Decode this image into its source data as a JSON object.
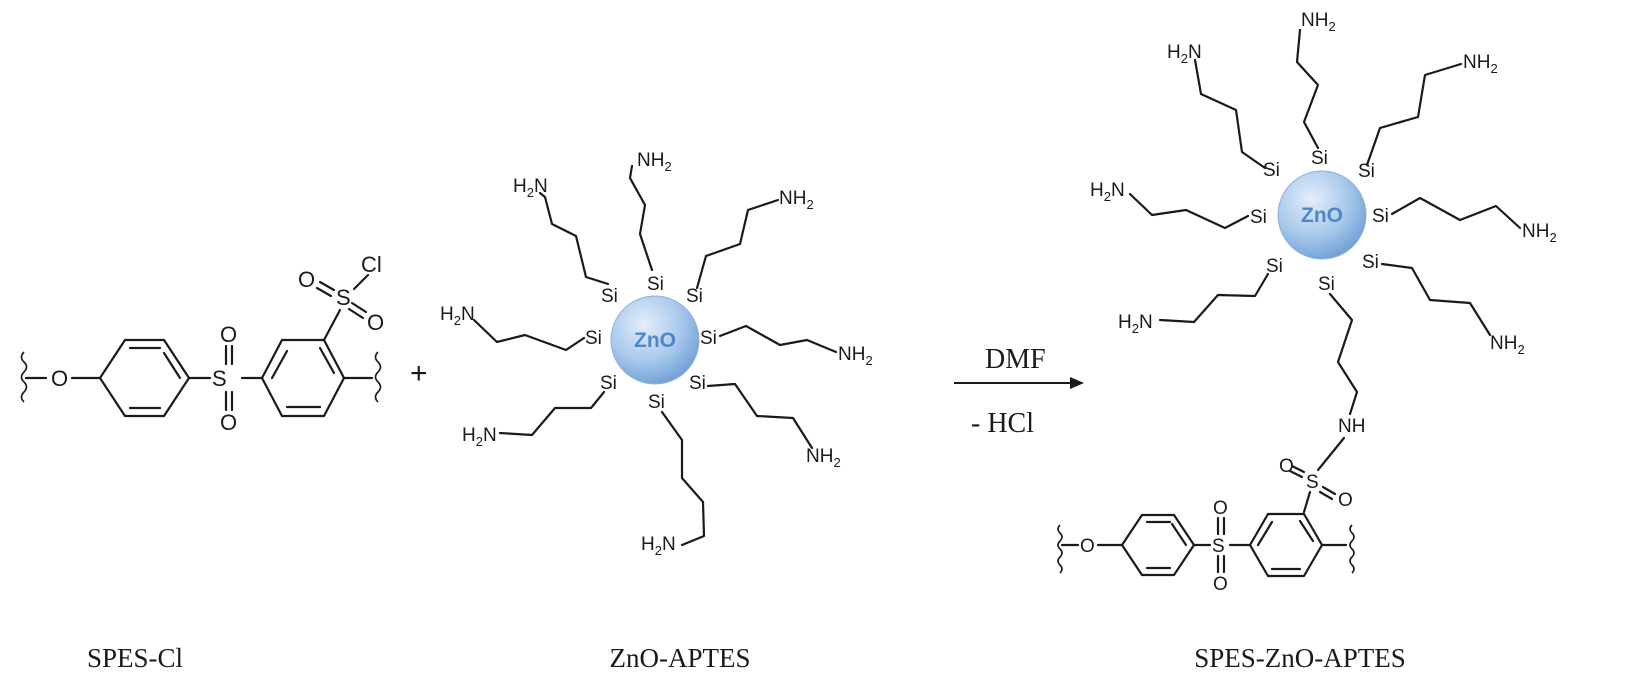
{
  "labels": {
    "spes_cl": "SPES-Cl",
    "zno_aptes": "ZnO-APTES",
    "spes_zno_aptes": "SPES-ZnO-APTES"
  },
  "reaction": {
    "plus": "+",
    "above_arrow": "DMF",
    "below_arrow": "- HCl"
  },
  "atoms": {
    "oxygen": "O",
    "sulfur": "S",
    "chlorine": "Cl",
    "silicon": "Si",
    "nitrogen": "N",
    "hydrogen": "H",
    "nh": "NH",
    "subscript_2": "2",
    "zno": "ZnO"
  },
  "colors": {
    "bond": "#1a1a1a",
    "zno_core_light": "#dbe9f8",
    "zno_core_mid": "#9fc3ea",
    "zno_core_dark": "#5f93cf",
    "zno_text": "#4f87c9"
  }
}
